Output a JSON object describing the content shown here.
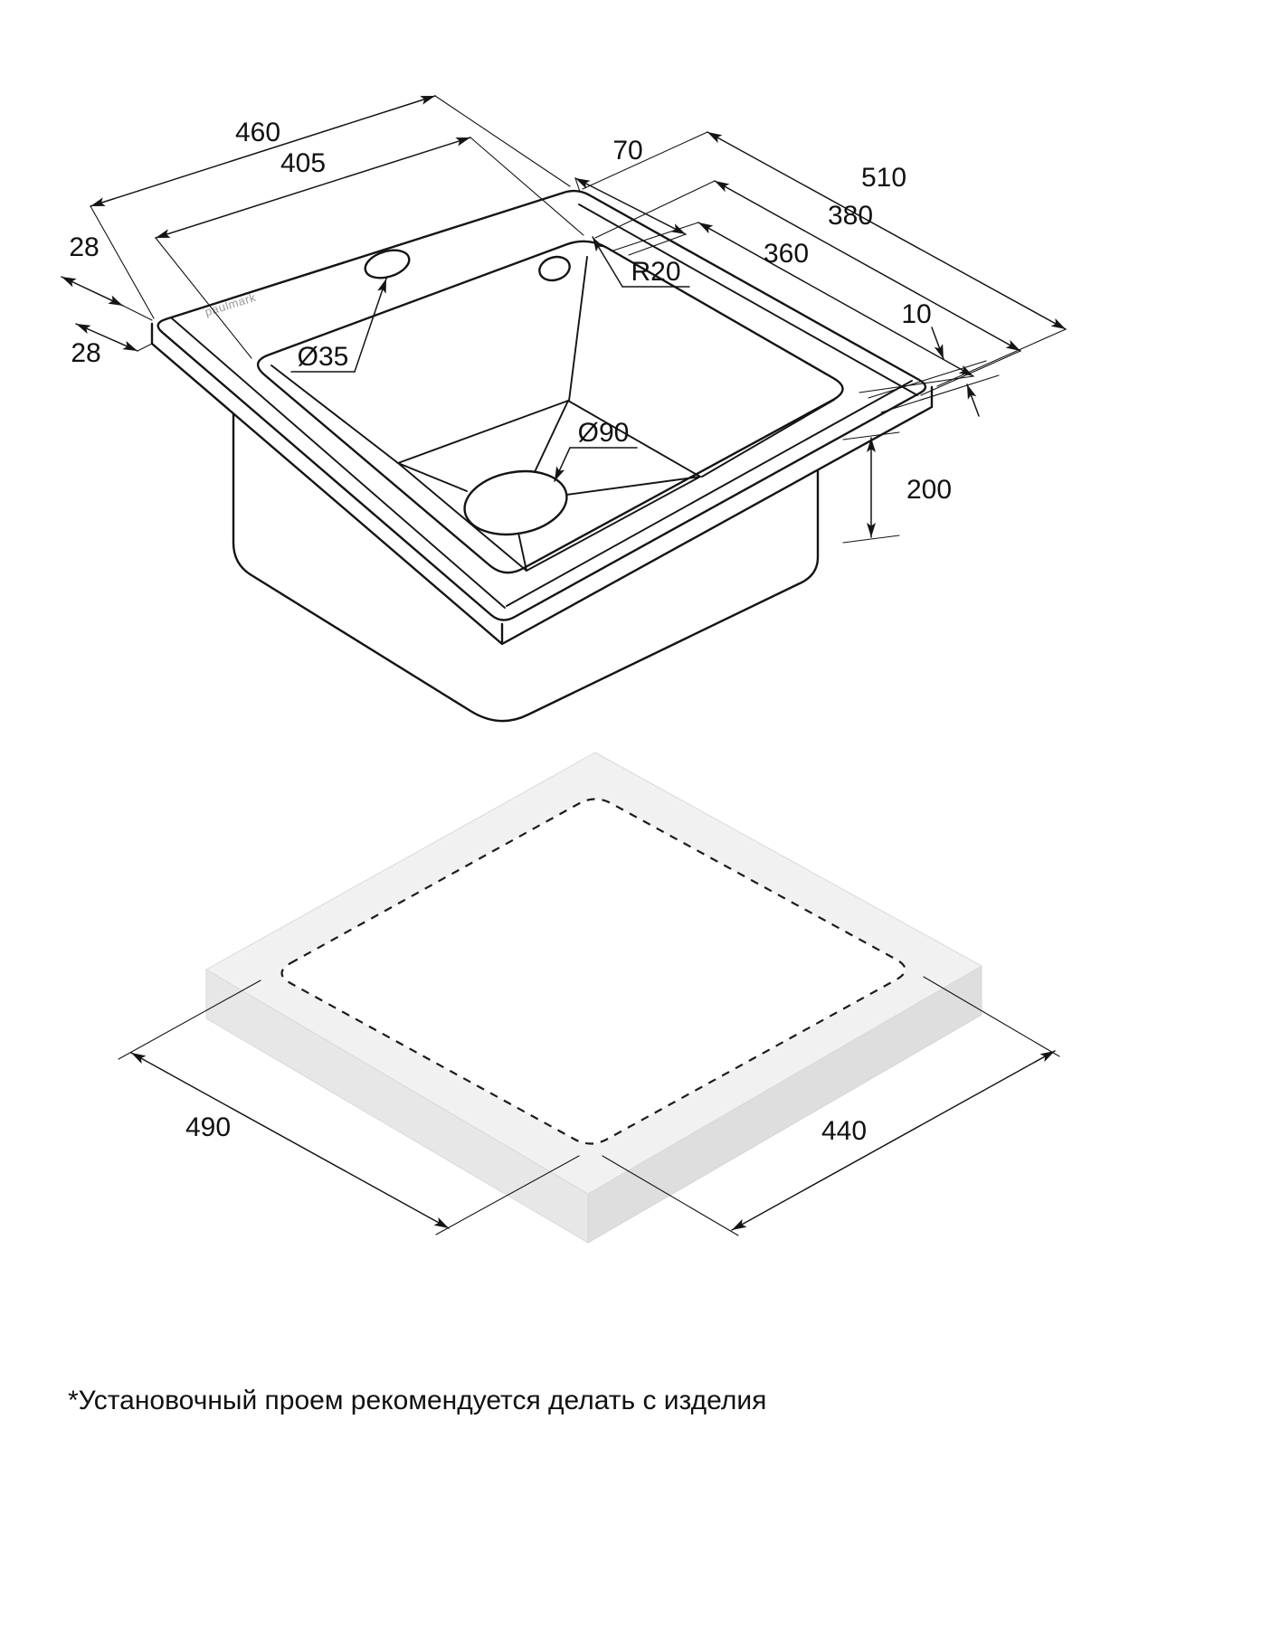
{
  "page": {
    "footnote": "*Установочный проем рекомендуется делать с изделия"
  },
  "sink_view": {
    "brand": "paulmark",
    "dimensions": {
      "outer_width": "460",
      "inner_width": "405",
      "deck_offset": "70",
      "outer_depth": "510",
      "inner_depth": "380",
      "bowl_width": "360",
      "rim_a": "28",
      "rim_b": "28",
      "corner_radius": "R20",
      "edge_step": "10",
      "tap_hole": "Ø35",
      "drain_hole": "Ø90",
      "height": "200"
    }
  },
  "cutout_view": {
    "dimensions": {
      "width": "490",
      "depth": "440"
    }
  }
}
